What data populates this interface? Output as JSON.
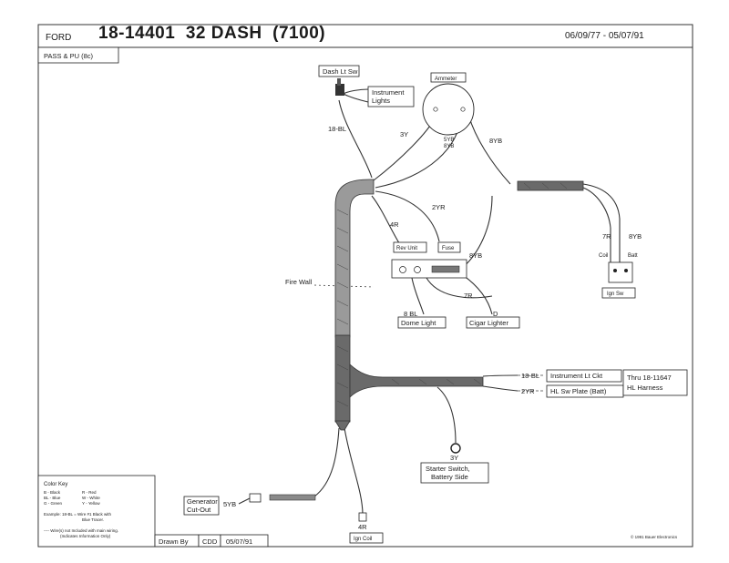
{
  "header": {
    "make": "FORD",
    "part_title": "18-14401  32 DASH  (7100)",
    "date_range": "06/09/77 - 05/07/91",
    "model": "PASS & PU (8c)"
  },
  "components": {
    "dash_lt_sw": "Dash Lt Sw",
    "instrument_lights": [
      "Instrument",
      "Lights"
    ],
    "ammeter": "Ammeter",
    "rev_unit": "Rev Unit",
    "fuse": "Fuse",
    "coil": "Coil",
    "batt": "Batt",
    "ign_sw": "Ign Sw",
    "fire_wall": "Fire Wall",
    "dome_light": "Dome Light",
    "cigar_lighter": "Cigar Lighter",
    "instrument_lt_ckt": "Instrument Lt Ckt",
    "hl_sw_plate_batt": "HL Sw Plate (Batt)",
    "thru_harness": [
      "Thru 18-11647",
      "HL Harness"
    ],
    "starter_switch": [
      "Starter Switch,",
      "Battery Side"
    ],
    "generator_cutout": [
      "Generator",
      "Cut-Out"
    ],
    "ign_coil": "Ign Coil"
  },
  "wire_labels": {
    "w_18bl_dash": "18-BL",
    "w_3y": "3Y",
    "w_5yb_8yb": [
      "5YB",
      "8YB"
    ],
    "w_8yb_top": "8YB",
    "w_2yr_mid": "2YR",
    "w_4r": "4R",
    "w_8yb_fuse": "8YB",
    "w_7r_coil": "7R",
    "w_8yb_batt": "8YB",
    "w_7r_bottom": "7R",
    "w_8bl": "8 BL",
    "w_d": "D",
    "w_18bl_right": "18-BL",
    "w_2yr_right": "2YR",
    "w_3y_starter": "3Y",
    "w_5yb_gen": "5YB",
    "w_4r_ign": "4R"
  },
  "color_key": {
    "title": "Color Key",
    "left": [
      "B - Black",
      "BL - Blue",
      "G - Green"
    ],
    "right": [
      "R - Red",
      "W - White",
      "Y - Yellow"
    ],
    "example": [
      "Example: 18-BL = Wire #1 Black with",
      "Blue Tracer."
    ],
    "dashed_note": [
      "---- Wire(s) not Included with main wiring.",
      "(Indicates Information Only)"
    ]
  },
  "drawn_by": {
    "label": "Drawn By",
    "initials": "CDD",
    "date": "05/07/91"
  },
  "copyright": "© 1991 Bauer Electronics"
}
